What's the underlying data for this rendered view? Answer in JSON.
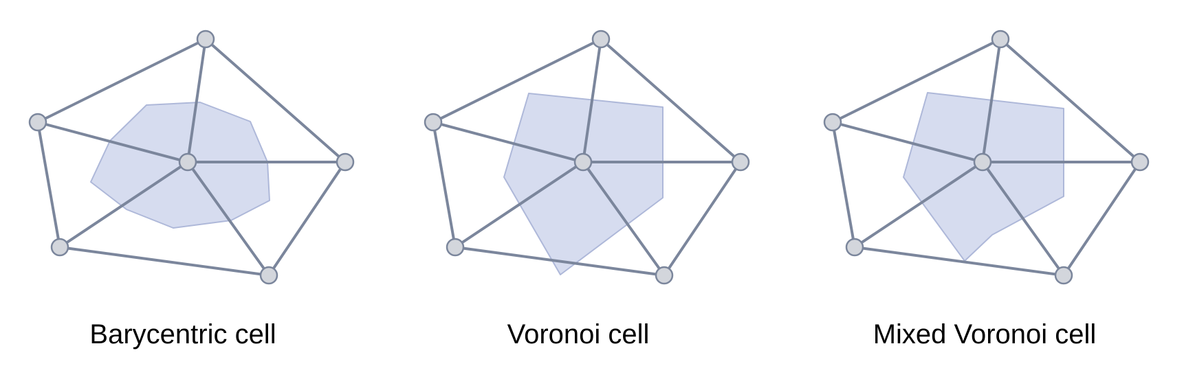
{
  "panels": [
    {
      "id": "barycentric",
      "caption": "Barycentric cell"
    },
    {
      "id": "voronoi",
      "caption": "Voronoi cell"
    },
    {
      "id": "mixed-voronoi",
      "caption": "Mixed Voronoi cell"
    }
  ],
  "colors": {
    "cell_fill": "#d6dcef",
    "cell_stroke": "#aeb8d9",
    "edge": "#7b869c",
    "vertex_fill": "#d3d6dc"
  }
}
